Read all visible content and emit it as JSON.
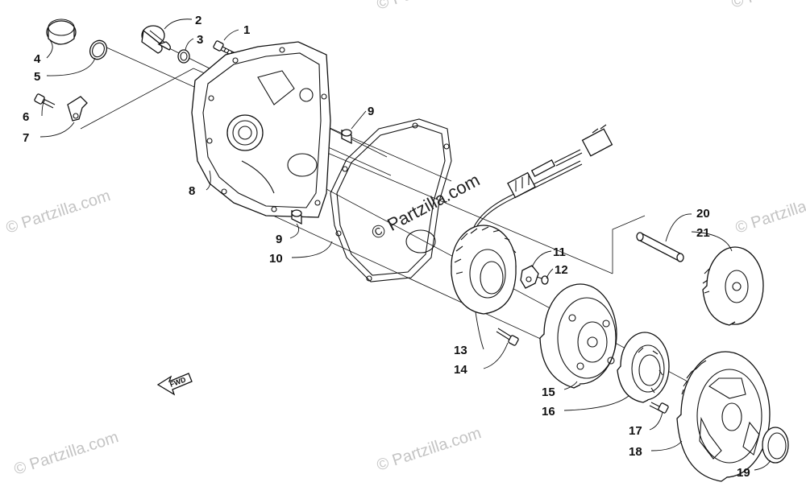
{
  "diagram": {
    "callouts": [
      {
        "id": "1",
        "text": "1"
      },
      {
        "id": "2",
        "text": "2"
      },
      {
        "id": "3",
        "text": "3"
      },
      {
        "id": "4",
        "text": "4"
      },
      {
        "id": "5",
        "text": "5"
      },
      {
        "id": "6",
        "text": "6"
      },
      {
        "id": "7",
        "text": "7"
      },
      {
        "id": "8",
        "text": "8"
      },
      {
        "id": "9a",
        "text": "9"
      },
      {
        "id": "9b",
        "text": "9"
      },
      {
        "id": "10",
        "text": "10"
      },
      {
        "id": "11",
        "text": "11"
      },
      {
        "id": "12",
        "text": "12"
      },
      {
        "id": "13",
        "text": "13"
      },
      {
        "id": "14",
        "text": "14"
      },
      {
        "id": "15",
        "text": "15"
      },
      {
        "id": "16",
        "text": "16"
      },
      {
        "id": "17",
        "text": "17"
      },
      {
        "id": "18",
        "text": "18"
      },
      {
        "id": "19",
        "text": "19"
      },
      {
        "id": "20",
        "text": "20"
      },
      {
        "id": "21",
        "text": "21"
      }
    ],
    "fwd_label": "FWD",
    "watermark_main": "© Partzilla.com",
    "watermark_faint": "© Partzilla.com"
  }
}
